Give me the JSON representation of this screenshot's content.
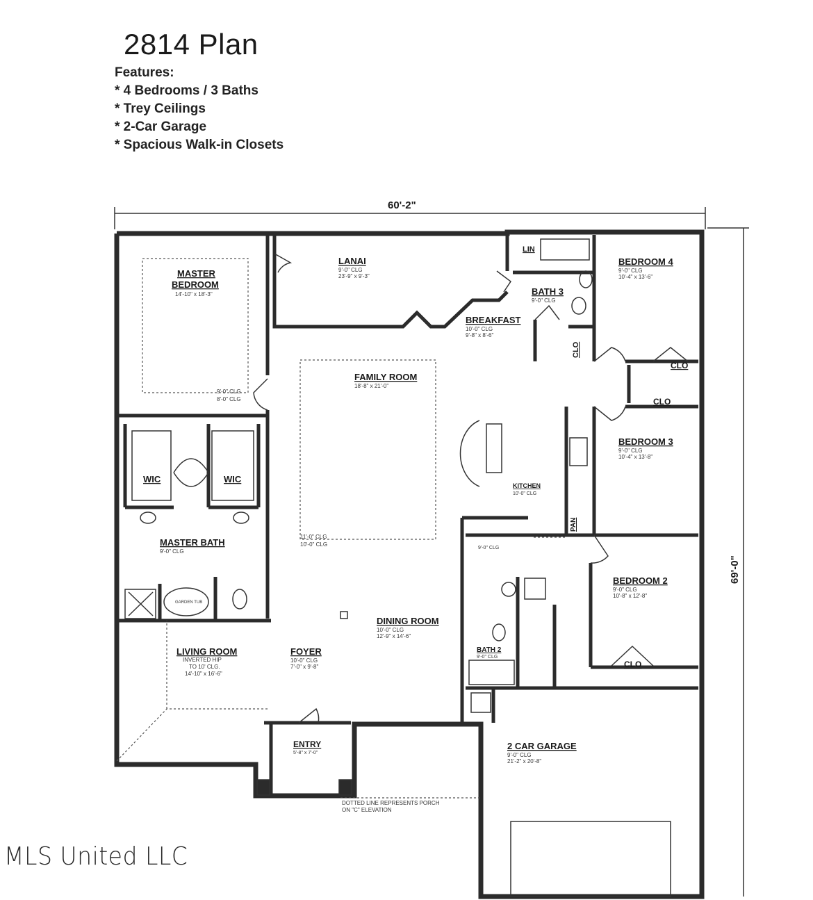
{
  "header": {
    "title": "2814 Plan",
    "features_heading": "Features:",
    "features": [
      "* 4 Bedrooms / 3 Baths",
      "* Trey Ceilings",
      "* 2-Car Garage",
      "* Spacious Walk-in Closets"
    ]
  },
  "dimensions": {
    "width": "60'-2\"",
    "depth": "69'-0\""
  },
  "rooms": {
    "master_bedroom": {
      "name": "MASTER\nBEDROOM",
      "line1": "MASTER",
      "line2": "BEDROOM",
      "size": "14'-10\" x 18'-3\""
    },
    "lanai": {
      "name": "LANAI",
      "ceiling": "9'-0\" CLG",
      "size": "23'-9\" x 9'-3\""
    },
    "bath3": {
      "name": "BATH 3",
      "ceiling": "9'-0\" CLG"
    },
    "lin": {
      "name": "LIN"
    },
    "bedroom4": {
      "name": "BEDROOM 4",
      "ceiling": "9'-0\" CLG",
      "size": "10'-4\" x 13'-6\""
    },
    "breakfast": {
      "name": "BREAKFAST",
      "ceiling": "10'-0\" CLG",
      "size": "9'-8\" x 8'-6\""
    },
    "family_room": {
      "name": "FAMILY ROOM",
      "size": "18'-8\" x 21'-0\"",
      "ceiling1": "11'-0\" CLG",
      "ceiling2": "10'-0\" CLG"
    },
    "master_closet_ceiling": {
      "line1": "9'-0\" CLG",
      "line2": "8'-0\" CLG"
    },
    "wic_left": {
      "name": "WIC"
    },
    "wic_right": {
      "name": "WIC"
    },
    "master_bath": {
      "name": "MASTER BATH",
      "ceiling": "9'-0\" CLG"
    },
    "garden_tub": {
      "name": "GARDEN TUB"
    },
    "kitchen": {
      "name": "KITCHEN",
      "ceiling": "10'-0\" CLG"
    },
    "pan": {
      "name": "PAN"
    },
    "bedroom3": {
      "name": "BEDROOM 3",
      "ceiling": "9'-0\" CLG",
      "size": "10'-4\" x 13'-8\""
    },
    "clo_a": {
      "name": "CLO"
    },
    "clo_b": {
      "name": "CLO"
    },
    "clo_c": {
      "name": "CLO"
    },
    "clo_d": {
      "name": "CLO"
    },
    "bedroom2": {
      "name": "BEDROOM 2",
      "ceiling": "9'-0\" CLG",
      "size": "10'-8\" x 12'-8\""
    },
    "dining_room": {
      "name": "DINING ROOM",
      "ceiling": "10'-0\" CLG",
      "size": "12'-9\" x 14'-6\""
    },
    "living_room": {
      "name": "LIVING ROOM",
      "note1": "INVERTED HIP",
      "note2": "TO 10' CLG.",
      "size": "14'-10\" x 16'-6\""
    },
    "foyer": {
      "name": "FOYER",
      "ceiling": "10'-0\" CLG",
      "size": "7'-0\" x 9'-8\""
    },
    "bath2": {
      "name": "BATH 2",
      "ceiling": "9'-0\" CLG"
    },
    "entry": {
      "name": "ENTRY",
      "size": "5'-8\" x 7'-0\""
    },
    "garage": {
      "name": "2 CAR GARAGE",
      "ceiling": "9'-0\" CLG",
      "size": "21'-2\" x 20'-8\""
    }
  },
  "notes": {
    "porch_line1": "DOTTED LINE REPRESENTS PORCH",
    "porch_line2": "ON \"C\" ELEVATION",
    "kitchen_ceiling": "9'-0\" CLG"
  },
  "watermark": "MLS United LLC",
  "colors": {
    "wall": "#2b2b2b",
    "line": "#333333",
    "dotted": "#444444"
  }
}
